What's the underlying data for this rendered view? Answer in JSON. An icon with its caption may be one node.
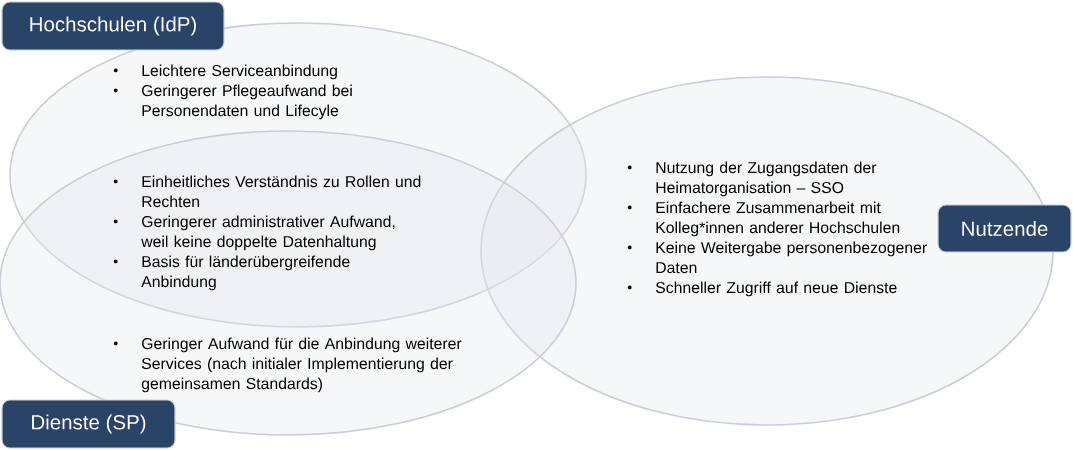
{
  "diagram": {
    "nodes": [
      {
        "text": [
          "Hochschulen (IdP)"
        ]
      },
      {
        "text": [
          "Leichtere Serviceanbindung",
          "Geringerer Pflegeaufwand bei Personendaten und Lifecyle"
        ]
      },
      {
        "text": [
          "Einheitliches Verständnis zu Rollen und Rechten",
          "Geringerer administrativer Aufwand, weil keine doppelte Datenhaltung",
          "Basis für länderübergreifende Anbindung"
        ]
      },
      {
        "text": [
          "Nutzung der Zugangsdaten der Heimatorganisation – SSO",
          "Einfachere Zusammenarbeit mit Kolleg*innen anderer Hochschulen",
          "Keine Weitergabe personenbezogener Daten",
          "Schneller Zugriff auf neue Dienste"
        ]
      },
      {
        "text": [
          "Nutzende"
        ]
      },
      {
        "text": [
          "Geringer Aufwand für die Anbindung weiterer Services (nach initialer Implementierung der gemeinsamen Standards)"
        ]
      },
      {
        "text": [
          "Dienste (SP)"
        ]
      }
    ]
  }
}
